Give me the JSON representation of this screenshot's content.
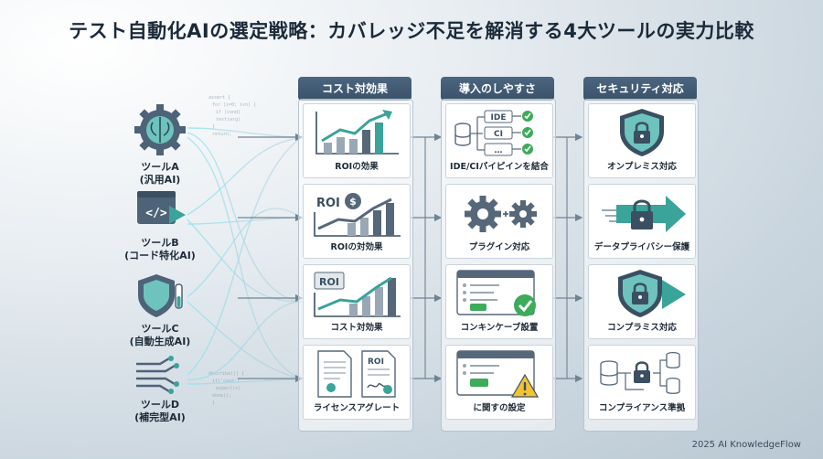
{
  "title": "テスト自動化AIの選定戦略：カバレッジ不足を解消する4大ツールの実力比較",
  "tools": [
    {
      "line1": "ツールA",
      "line2": "(汎用AI)"
    },
    {
      "line1": "ツールB",
      "line2": "(コード特化AI)"
    },
    {
      "line1": "ツールC",
      "line2": "(自動生成AI)"
    },
    {
      "line1": "ツールD",
      "line2": "(補完型AI)"
    }
  ],
  "columns": [
    {
      "header": "コスト対効果",
      "cards": [
        "ROIの効果",
        "ROIの対効果",
        "コスト対効果",
        "ライセンスアグレート"
      ]
    },
    {
      "header": "導入のしやすさ",
      "cards": [
        "IDE/CIパイピインを結合",
        "プラグイン対応",
        "コンキンケーブ設置",
        "に関すの設定"
      ]
    },
    {
      "header": "セキュリティ対応",
      "cards": [
        "オンプレミス対応",
        "データプライバシー保護",
        "コンプラミス対応",
        "コンプライアンス準拠"
      ]
    }
  ],
  "icon_text": {
    "roi": "ROI",
    "ide": "IDE",
    "ci": "CI",
    "ellipsis": "…"
  },
  "colors": {
    "header": "#3f566e",
    "teal": "#3aa39a",
    "slate": "#56677a",
    "green": "#3cab5a",
    "warning": "#f2c230"
  },
  "footer": "2025 AI KnowledgeFlow"
}
